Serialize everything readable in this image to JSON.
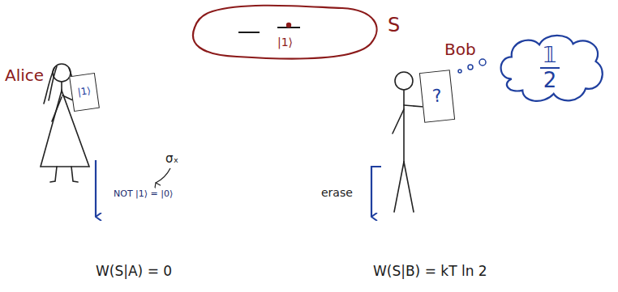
{
  "diagram": {
    "nodes": [
      {
        "text": [
          "S",
          "|1⟩"
        ]
      },
      {
        "text": [
          "|1⟩"
        ]
      },
      {
        "text": [
          "?"
        ]
      },
      {
        "text": [
          "𝟙",
          "2"
        ]
      }
    ],
    "labels": [
      "Alice",
      "Bob",
      "σₓ",
      "NOT |1⟩ = |0⟩",
      "erase",
      "W(S|A) = 0",
      "W(S|B) = kT ln 2"
    ]
  }
}
